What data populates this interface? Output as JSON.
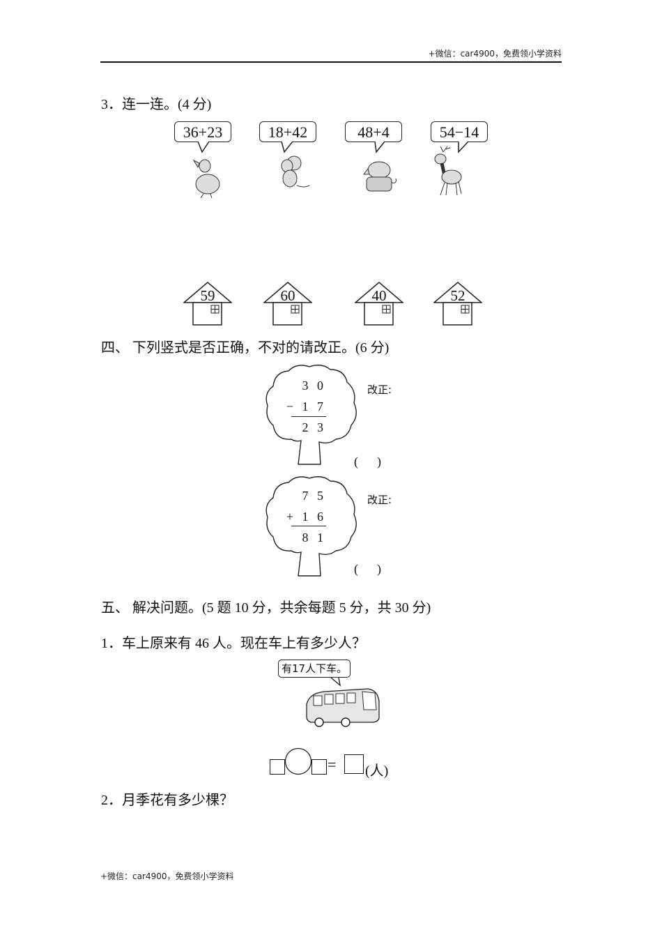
{
  "header": {
    "watermark": "+微信：car4900，免费领小学资料"
  },
  "section3": {
    "title": "3．连一连。(4 分)",
    "animals": [
      {
        "expression": "36+23",
        "animal": "duck"
      },
      {
        "expression": "18+42",
        "animal": "mouse"
      },
      {
        "expression": "48+4",
        "animal": "elephant"
      },
      {
        "expression": "54−14",
        "animal": "deer"
      }
    ],
    "houses": [
      "59",
      "60",
      "40",
      "52"
    ]
  },
  "section4": {
    "title": "四、  下列竖式是否正确，不对的请改正。(6 分)",
    "problems": [
      {
        "top": "3 0",
        "op_line": "− 1 7",
        "result": "2 3",
        "fix_label": "改正:",
        "answer_paren": "(      )"
      },
      {
        "top": "7 5",
        "op_line": "+ 1 6",
        "result": "8 1",
        "fix_label": "改正:",
        "answer_paren": "(      )"
      }
    ]
  },
  "section5": {
    "title": "五、  解决问题。(5 题 10 分，共余每题 5 分，共 30 分)",
    "q1": {
      "text": "1．车上原来有 46 人。现在车上有多少人？",
      "bubble": "有17人下车。",
      "equals": "=",
      "unit": "(人)"
    },
    "q2": {
      "text": "2．月季花有多少棵？"
    }
  },
  "footer": {
    "watermark": "+微信：car4900，免费领小学资料"
  }
}
